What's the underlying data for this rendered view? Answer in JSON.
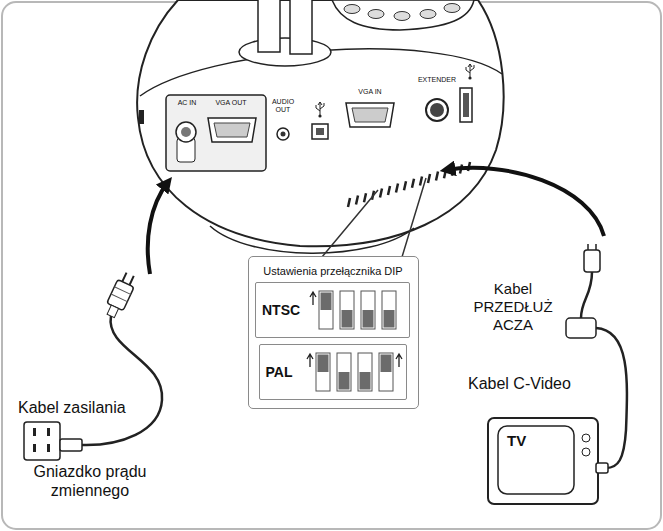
{
  "diagram": {
    "nodes": [
      {
        "text": [
          "Ustawienia przełącznika DIP"
        ]
      },
      {
        "text": [
          "NTSC"
        ],
        "in": 0
      },
      {
        "text": [
          "PAL"
        ],
        "in": 0
      }
    ],
    "labels": [
      "AC IN",
      "VGA OUT",
      "AUDIO OUT",
      "VGA IN",
      "EXTENDER",
      "Kabel zasilania",
      "Gniazdko prądu zmiennego",
      "Kabel PRZEDŁUŻ ACZA",
      "Kabel C-Video",
      "TV"
    ]
  }
}
